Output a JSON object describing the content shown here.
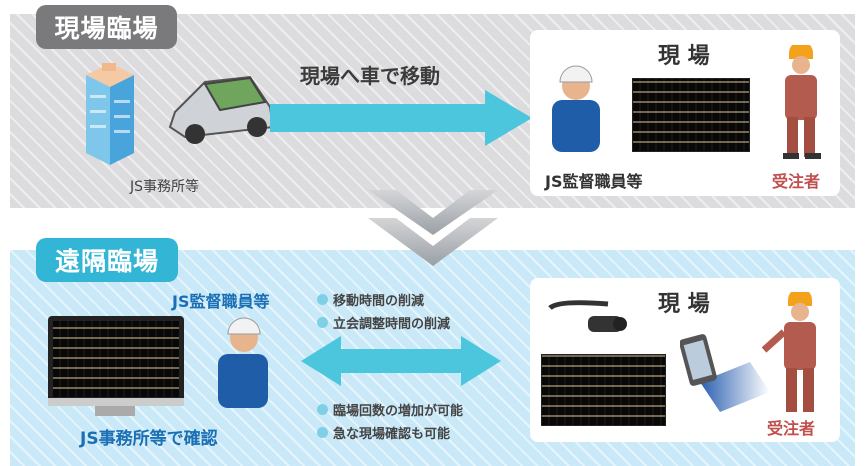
{
  "top": {
    "tag": "現場臨場",
    "arrow_text": "現場へ車で移動",
    "office_label": "JS事務所等",
    "site_title": "現 場",
    "inspector_label": "JS監督職員等",
    "contractor_label": "受注者"
  },
  "bottom": {
    "tag": "遠隔臨場",
    "inspector_label": "JS監督職員等",
    "office_label": "JS事務所等で確認",
    "site_title": "現 場",
    "contractor_label": "受注者",
    "benefits_top": [
      "移動時間の削減",
      "立会調整時間の削減"
    ],
    "benefits_bottom": [
      "臨場回数の増加が可能",
      "急な現場確認も可能"
    ]
  },
  "colors": {
    "gray_tag": "#7a797b",
    "cyan_tag": "#33b6d6",
    "arrow": "#4cc6dc",
    "blue_text": "#1a6fb5",
    "contractor_text": "#c0504d"
  }
}
